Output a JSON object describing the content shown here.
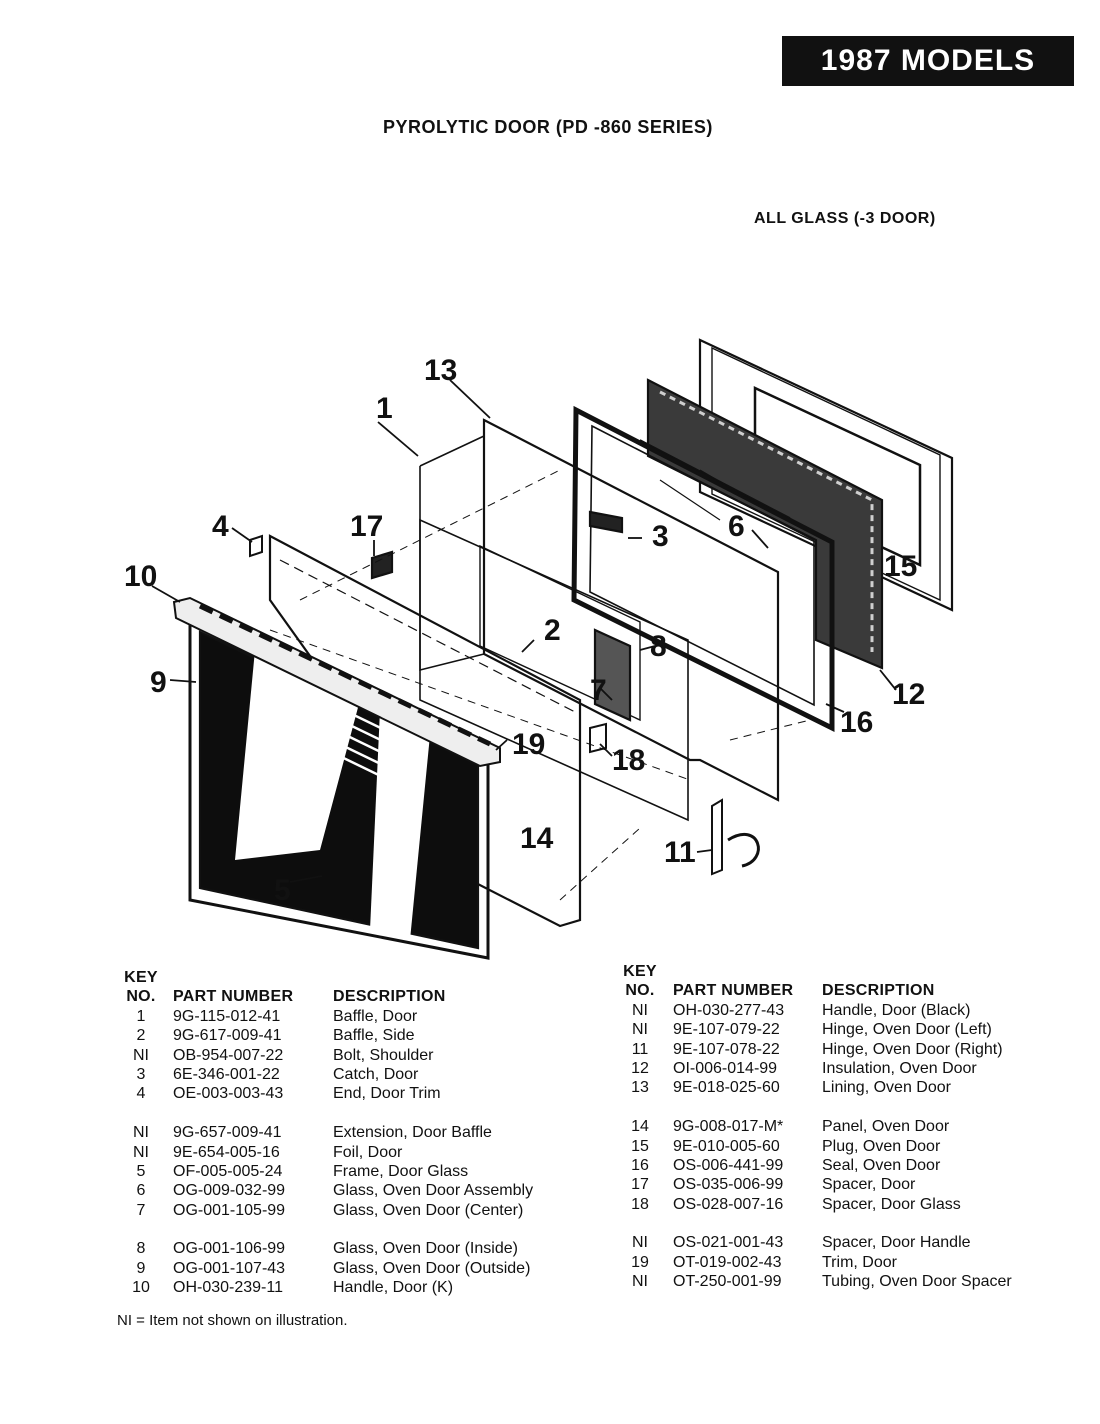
{
  "header": {
    "badge": "1987 MODELS",
    "title": "PYROLYTIC DOOR (PD -860 SERIES)",
    "subtitle": "ALL GLASS (-3 DOOR)"
  },
  "callouts": [
    "1",
    "2",
    "3",
    "4",
    "5",
    "6",
    "7",
    "8",
    "9",
    "10",
    "11",
    "12",
    "13",
    "14",
    "15",
    "16",
    "17",
    "18",
    "19"
  ],
  "table": {
    "headers": {
      "key": "KEY",
      "no": "NO.",
      "part": "PART NUMBER",
      "desc": "DESCRIPTION"
    },
    "left": [
      {
        "key": "1",
        "part": "9G-115-012-41",
        "desc": "Baffle, Door"
      },
      {
        "key": "2",
        "part": "9G-617-009-41",
        "desc": "Baffle, Side"
      },
      {
        "key": "NI",
        "part": "OB-954-007-22",
        "desc": "Bolt, Shoulder"
      },
      {
        "key": "3",
        "part": "6E-346-001-22",
        "desc": "Catch, Door"
      },
      {
        "key": "4",
        "part": "OE-003-003-43",
        "desc": "End, Door Trim"
      },
      {
        "key": "NI",
        "part": "9G-657-009-41",
        "desc": "Extension, Door Baffle"
      },
      {
        "key": "NI",
        "part": "9E-654-005-16",
        "desc": "Foil, Door"
      },
      {
        "key": "5",
        "part": "OF-005-005-24",
        "desc": "Frame, Door Glass"
      },
      {
        "key": "6",
        "part": "OG-009-032-99",
        "desc": "Glass, Oven Door Assembly"
      },
      {
        "key": "7",
        "part": "OG-001-105-99",
        "desc": "Glass, Oven Door (Center)"
      },
      {
        "key": "8",
        "part": "OG-001-106-99",
        "desc": "Glass, Oven Door (Inside)"
      },
      {
        "key": "9",
        "part": "OG-001-107-43",
        "desc": "Glass, Oven Door (Outside)"
      },
      {
        "key": "10",
        "part": "OH-030-239-11",
        "desc": "Handle, Door (K)"
      }
    ],
    "right": [
      {
        "key": "NI",
        "part": "OH-030-277-43",
        "desc": "Handle, Door (Black)"
      },
      {
        "key": "NI",
        "part": "9E-107-079-22",
        "desc": "Hinge, Oven Door (Left)"
      },
      {
        "key": "11",
        "part": "9E-107-078-22",
        "desc": "Hinge, Oven Door (Right)"
      },
      {
        "key": "12",
        "part": "OI-006-014-99",
        "desc": "Insulation, Oven Door"
      },
      {
        "key": "13",
        "part": "9E-018-025-60",
        "desc": "Lining, Oven Door"
      },
      {
        "key": "14",
        "part": "9G-008-017-M*",
        "desc": "Panel, Oven Door"
      },
      {
        "key": "15",
        "part": "9E-010-005-60",
        "desc": "Plug, Oven Door"
      },
      {
        "key": "16",
        "part": "OS-006-441-99",
        "desc": "Seal, Oven Door"
      },
      {
        "key": "17",
        "part": "OS-035-006-99",
        "desc": "Spacer, Door"
      },
      {
        "key": "18",
        "part": "OS-028-007-16",
        "desc": "Spacer, Door Glass"
      },
      {
        "key": "NI",
        "part": "OS-021-001-43",
        "desc": "Spacer, Door Handle"
      },
      {
        "key": "19",
        "part": "OT-019-002-43",
        "desc": "Trim, Door"
      },
      {
        "key": "NI",
        "part": "OT-250-001-99",
        "desc": "Tubing, Oven Door Spacer"
      }
    ]
  },
  "footnote": "NI = Item not shown on illustration."
}
